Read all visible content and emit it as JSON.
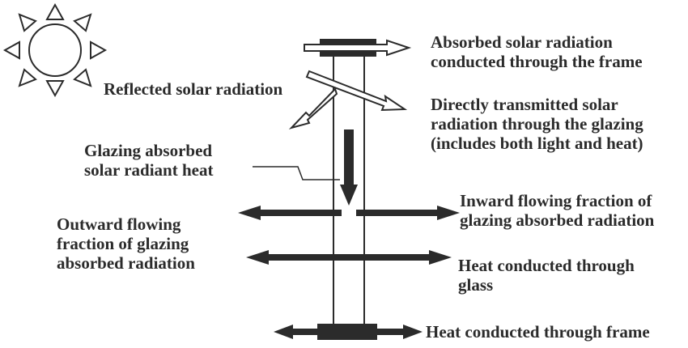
{
  "labels": {
    "absorbed_frame": [
      "Absorbed solar radiation",
      "conducted through the frame"
    ],
    "reflected": [
      "Reflected solar radiation"
    ],
    "transmitted": [
      "Directly transmitted solar",
      "radiation through the glazing",
      "(includes both light and heat)"
    ],
    "glazing_absorbed": [
      "Glazing absorbed",
      "solar radiant heat"
    ],
    "inward": [
      "Inward flowing fraction of",
      "glazing absorbed radiation"
    ],
    "outward": [
      "Outward flowing",
      "fraction of glazing",
      "absorbed radiation"
    ],
    "glass_conduction": [
      "Heat conducted through",
      "glass"
    ],
    "frame_conduction": [
      "Heat conducted through frame"
    ]
  },
  "icons": {
    "sun": "sun-icon"
  },
  "colors": {
    "ink": "#2b2b2b",
    "background": "#ffffff"
  }
}
